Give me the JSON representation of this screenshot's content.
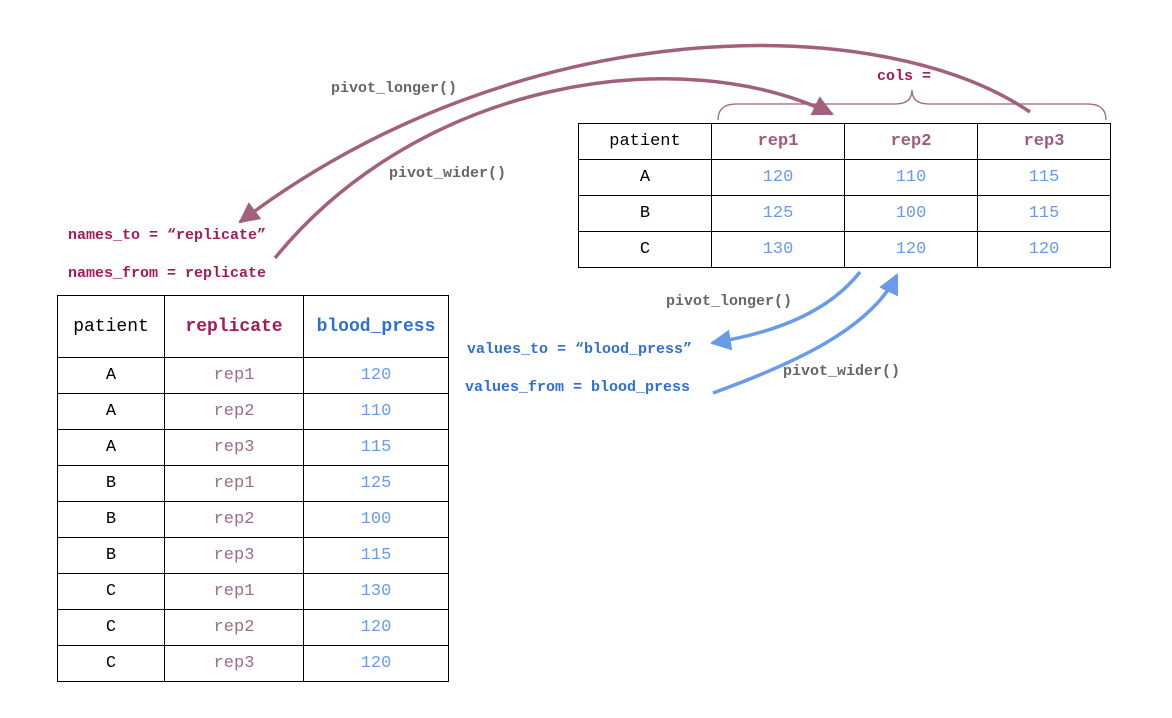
{
  "labels": {
    "cols": "cols =",
    "pivot_longer_top": "pivot_longer()",
    "pivot_wider_top": "pivot_wider()",
    "names_to": "names_to = “replicate”",
    "names_from": "names_from = replicate",
    "pivot_longer_bottom": "pivot_longer()",
    "values_to": "values_to = “blood_press”",
    "values_from": "values_from = blood_press",
    "pivot_wider_bottom": "pivot_wider()"
  },
  "wide_table": {
    "headers": [
      "patient",
      "rep1",
      "rep2",
      "rep3"
    ],
    "rows": [
      [
        "A",
        "120",
        "110",
        "115"
      ],
      [
        "B",
        "125",
        "100",
        "115"
      ],
      [
        "C",
        "130",
        "120",
        "120"
      ]
    ]
  },
  "long_table": {
    "headers": [
      "patient",
      "replicate",
      "blood_press"
    ],
    "rows": [
      [
        "A",
        "rep1",
        "120"
      ],
      [
        "A",
        "rep2",
        "110"
      ],
      [
        "A",
        "rep3",
        "115"
      ],
      [
        "B",
        "rep1",
        "125"
      ],
      [
        "B",
        "rep2",
        "100"
      ],
      [
        "B",
        "rep3",
        "115"
      ],
      [
        "C",
        "rep1",
        "130"
      ],
      [
        "C",
        "rep2",
        "120"
      ],
      [
        "C",
        "rep3",
        "120"
      ]
    ]
  },
  "colors": {
    "names_arrow": "#a0607e",
    "values_arrow": "#6a9bea",
    "names_text": "#a31a5a",
    "values_text": "#2e6fd6"
  }
}
